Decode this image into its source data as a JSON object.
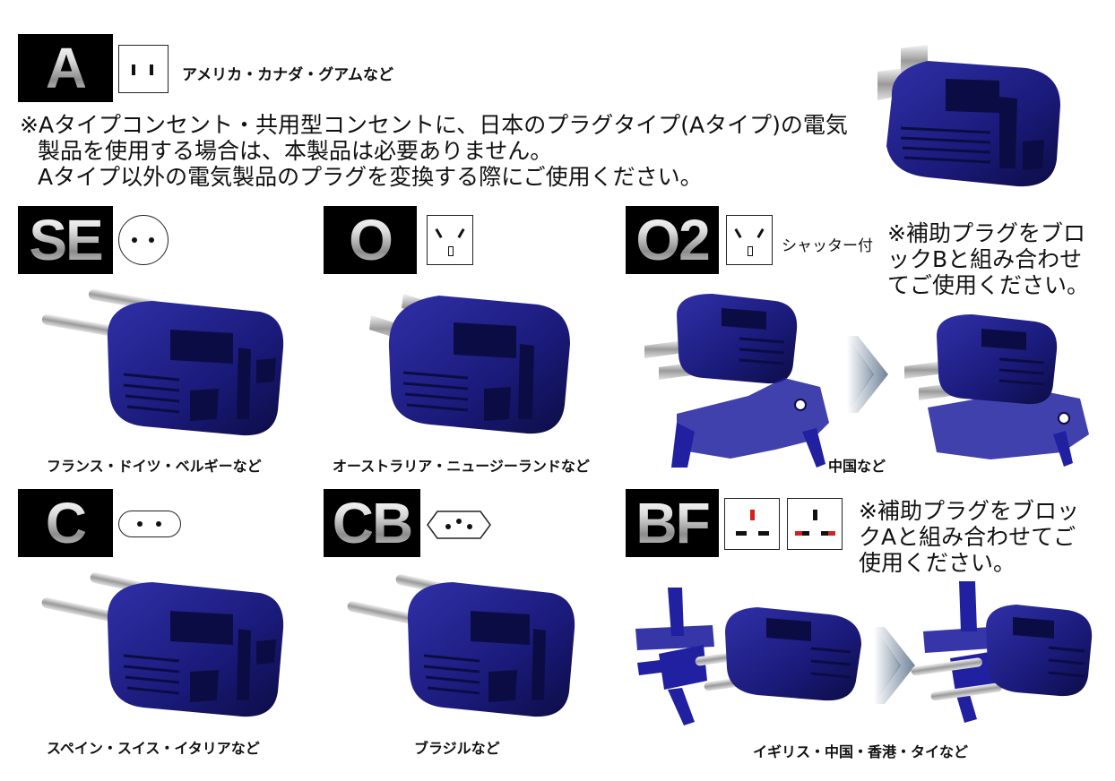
{
  "sections": {
    "A": {
      "code": "A",
      "region": "アメリカ・カナダ・グアムなど",
      "note_lines": [
        "※Aタイプコンセント・共用型コンセントに、日本のプラグタイプ(Aタイプ)の電気",
        "製品を使用する場合は、本製品は必要ありません。",
        "Aタイプ以外の電気製品のプラグを変換する際にご使用ください。"
      ]
    },
    "SE": {
      "code": "SE",
      "region": "フランス・ドイツ・ベルギーなど"
    },
    "O": {
      "code": "O",
      "region": "オーストラリア・ニュージーランドなど"
    },
    "O2": {
      "code": "O2",
      "badge_label": "シャッター付",
      "region": "中国など",
      "note_lines": [
        "※補助プラグをブロ",
        "ックBと組み合わせ",
        "てご使用ください。"
      ]
    },
    "C": {
      "code": "C",
      "region": "スペイン・スイス・イタリアなど"
    },
    "CB": {
      "code": "CB",
      "region": "ブラジルなど"
    },
    "BF": {
      "code": "BF",
      "region": "イギリス・中国・香港・タイなど",
      "note_lines": [
        "※補助プラグをブロッ",
        "クAと組み合わせてご",
        "使用ください。"
      ]
    }
  },
  "colors": {
    "plug_body": "#1a1a7a",
    "plug_dark": "#0c0c45",
    "pin": "#b8b8b8",
    "badge_bg": "#000000",
    "accent_red": "#d42020"
  },
  "icons": [
    "socket-a-icon",
    "socket-se-icon",
    "socket-o-icon",
    "socket-o2-icon",
    "socket-c-icon",
    "socket-cb-icon",
    "socket-bf-icon",
    "socket-bf-alt-icon",
    "arrow-right-icon"
  ]
}
